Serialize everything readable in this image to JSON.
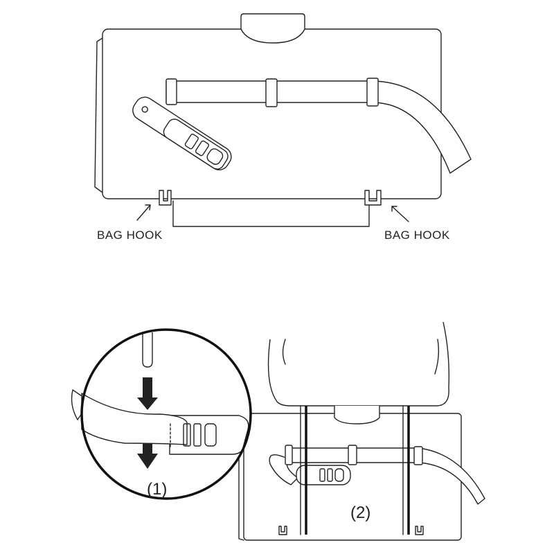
{
  "labels": {
    "bag_hook_left": "BAG HOOK",
    "bag_hook_right": "BAG HOOK",
    "step_1": "(1)",
    "step_2": "(2)"
  },
  "colors": {
    "line": "#222222",
    "background": "#ffffff"
  }
}
